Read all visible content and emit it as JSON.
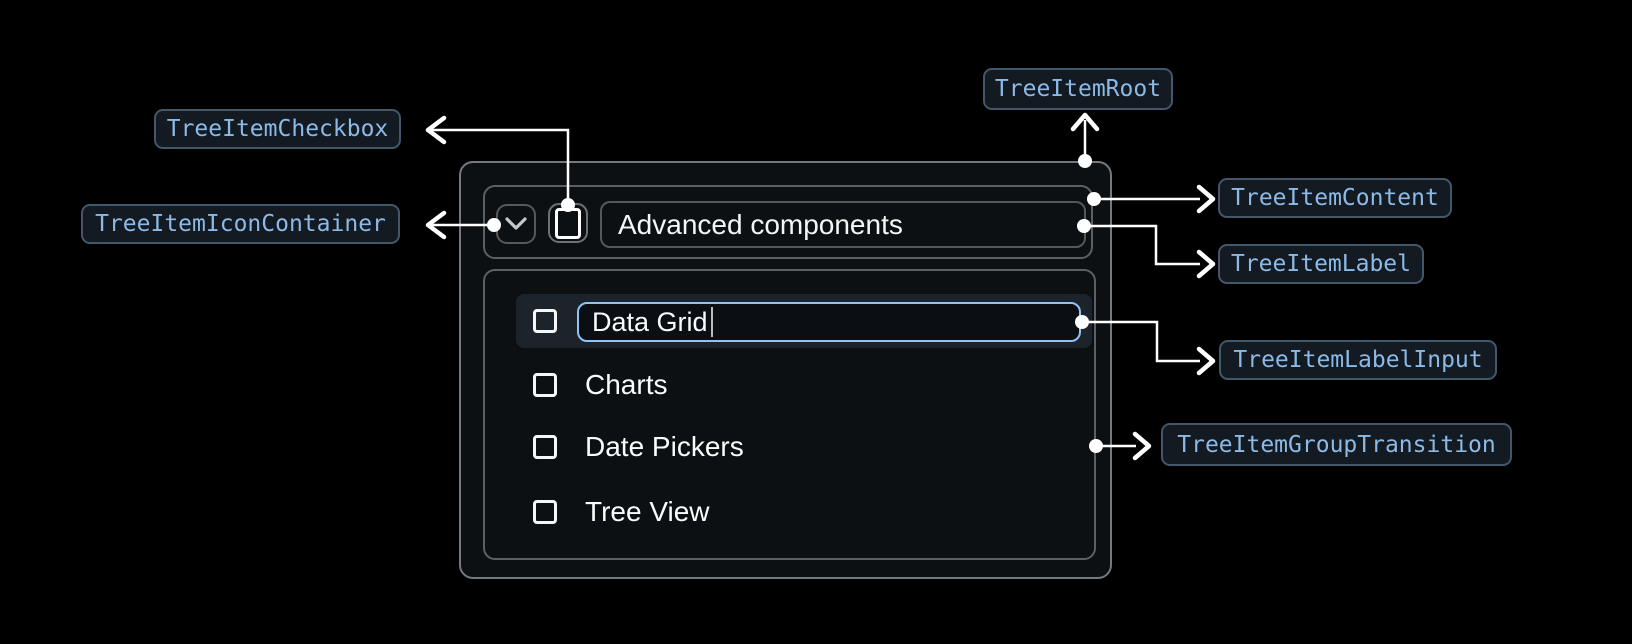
{
  "annotations": {
    "checkbox": "TreeItemCheckbox",
    "icon_container": "TreeItemIconContainer",
    "root": "TreeItemRoot",
    "content": "TreeItemContent",
    "label": "TreeItemLabel",
    "label_input": "TreeItemLabelInput",
    "group_transition": "TreeItemGroupTransition"
  },
  "tree_item": {
    "parent_label": "Advanced components",
    "editing_value": "Data Grid",
    "children": [
      "Charts",
      "Date Pickers",
      "Tree View"
    ]
  },
  "colors": {
    "annotation_text": "#8cbae6",
    "annotation_border": "#43576b",
    "annotation_bg": "#131a22",
    "panel_border": "#75797e",
    "inner_border": "#5c6065",
    "selected_row_bg": "#1c232b",
    "input_focus_border": "#90c3f4",
    "connector": "#ffffff"
  }
}
